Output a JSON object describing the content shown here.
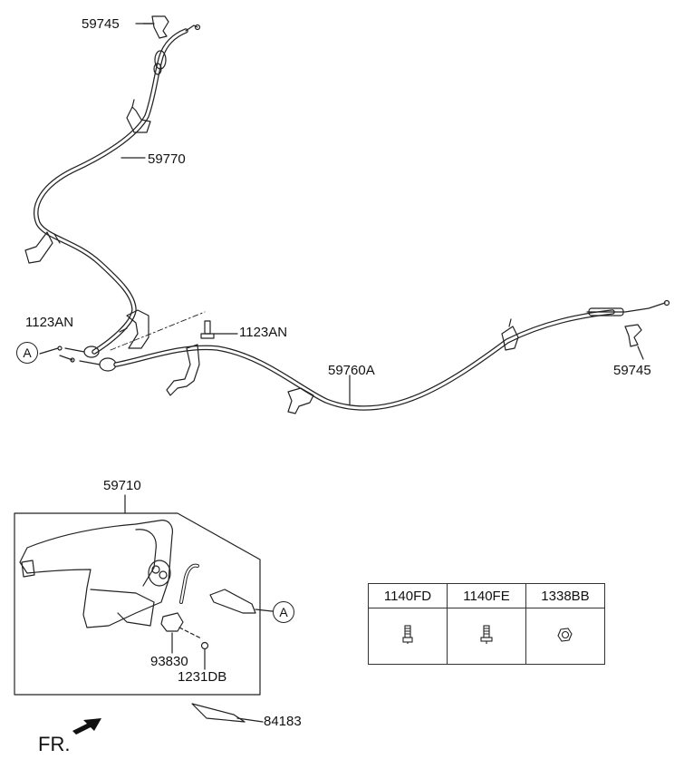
{
  "labels": {
    "clip_top": "59745",
    "cable_rear_left": "59770",
    "bolt_left": "1123AN",
    "bolt_right": "1123AN",
    "cable_front": "59760A",
    "clip_right": "59745",
    "lever_assembly": "59710",
    "switch": "93830",
    "bolt_lever": "1231DB",
    "pad": "84183",
    "ref_a_left": "A",
    "ref_a_right": "A",
    "front_indicator": "FR."
  },
  "parts_table": {
    "headers": [
      "1140FD",
      "1140FE",
      "1338BB"
    ],
    "icons": [
      "bolt-icon",
      "bolt-icon",
      "nut-icon"
    ]
  }
}
